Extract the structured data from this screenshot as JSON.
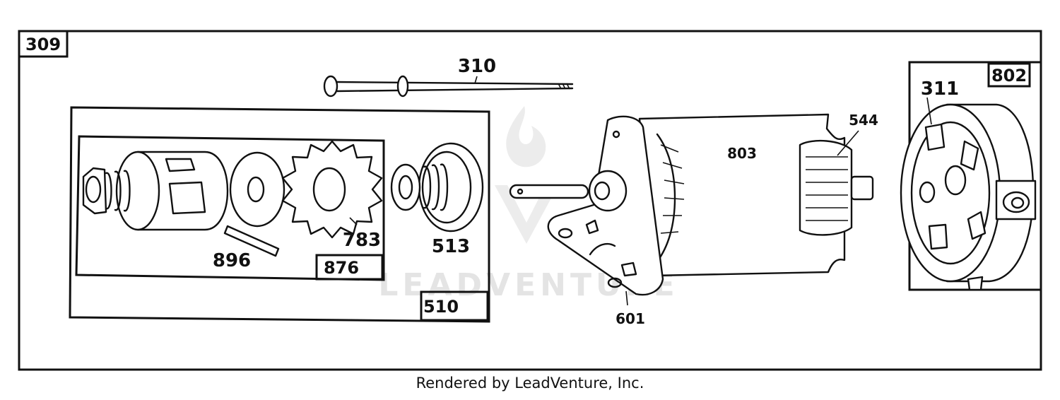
{
  "diagram": {
    "callouts": {
      "p309": "309",
      "p310": "310",
      "p802": "802",
      "p311": "311",
      "p544": "544",
      "p803": "803",
      "p510": "510",
      "p876": "876",
      "p896": "896",
      "p783": "783",
      "p513": "513",
      "p601": "601"
    },
    "watermark": "LEADVENTURE"
  },
  "footer": {
    "text": "Rendered by LeadVenture, Inc."
  },
  "colors": {
    "line": "#111111",
    "watermark": "#e4e4e4",
    "background": "#ffffff"
  }
}
